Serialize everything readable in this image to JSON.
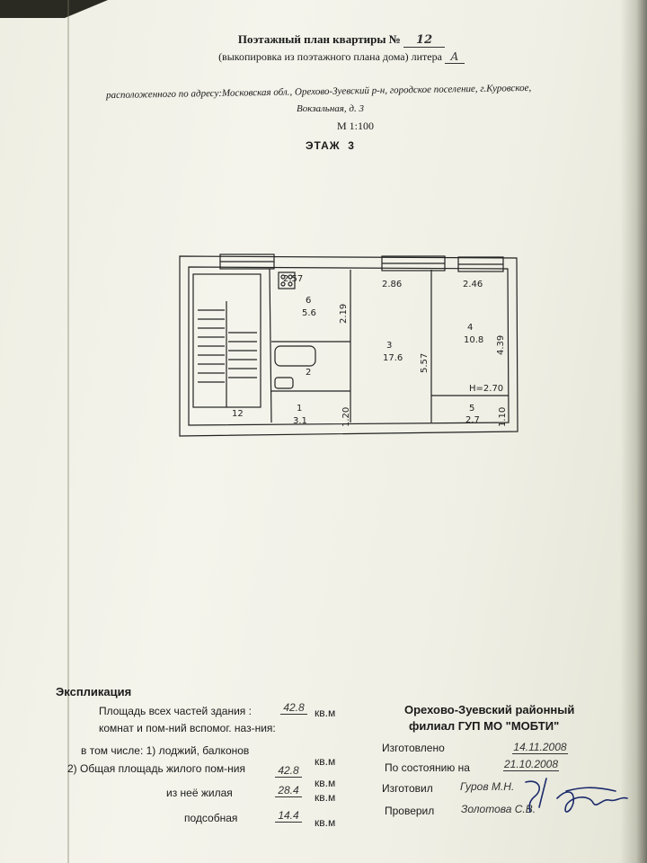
{
  "header": {
    "title": "Поэтажный план квартиры №",
    "apt_number": "12",
    "subtitle": "(выкопировка из поэтажного плана дома) литера",
    "litera": "А",
    "address_line1": "расположенного по адресу:Московская обл., Орехово-Зуевский р-н, городское поселение, г.Куровское,",
    "address_line2": "Вокзальная, д. 3",
    "scale": "М 1:100",
    "floor_label": "ЭТАЖ",
    "floor_number": "3"
  },
  "plan": {
    "rooms": [
      {
        "number": "1",
        "area": "3.1"
      },
      {
        "number": "2",
        "area": ""
      },
      {
        "number": "3",
        "area": "17.6"
      },
      {
        "number": "4",
        "area": "10.8"
      },
      {
        "number": "5",
        "area": "2.7"
      },
      {
        "number": "6",
        "area": "5.6"
      }
    ],
    "dimensions": [
      "2.57",
      "2.86",
      "2.46",
      "2.19",
      "5.57",
      "4.39",
      "1.20",
      "1.10"
    ],
    "height": "Н=2.70",
    "stair_label": "12"
  },
  "explication": {
    "title": "Экспликация",
    "rows": [
      {
        "label": "Площадь всех частей здания :",
        "value": "42.8",
        "unit": "кв.м"
      },
      {
        "label": "комнат и пом-ний вспомог. наз-ния:",
        "value": "",
        "unit": ""
      },
      {
        "label": "в том числе: 1) лоджий, балконов",
        "value": "",
        "unit": "кв.м"
      },
      {
        "label": "2) Общая площадь жилого пом-ния",
        "value": "42.8",
        "unit": "кв.м"
      },
      {
        "label": "из неё жилая",
        "value": "28.4",
        "unit": "кв.м"
      },
      {
        "label": "подсобная",
        "value": "14.4",
        "unit": "кв.м"
      }
    ]
  },
  "stamp": {
    "line1": "Орехово-Зуевский районный",
    "line2": "филиал ГУП МО \"МОБТИ\""
  },
  "signoff": [
    {
      "label": "Изготовлено",
      "value": "14.11.2008"
    },
    {
      "label": "По состоянию на",
      "value": "21.10.2008"
    },
    {
      "label": "Изготовил",
      "value": "Гуров М.Н."
    },
    {
      "label": "Проверил",
      "value": "Золотова С.В."
    }
  ]
}
